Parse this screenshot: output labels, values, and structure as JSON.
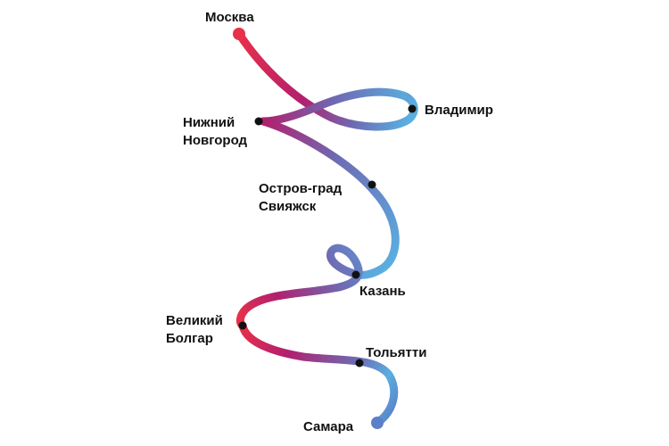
{
  "route": {
    "gradient": [
      "#e8304a",
      "#b1206e",
      "#6e6ab3",
      "#5aaee0",
      "#5b7fc8"
    ],
    "stations": [
      {
        "id": "moscow",
        "lines": [
          "Москва"
        ]
      },
      {
        "id": "vladimir",
        "lines": [
          "Владимир"
        ]
      },
      {
        "id": "nizhny-novgorod",
        "lines": [
          "Нижний",
          "Новгород"
        ]
      },
      {
        "id": "ostrov-grad-sviyazhsk",
        "lines": [
          "Остров-град",
          "Свияжск"
        ]
      },
      {
        "id": "kazan",
        "lines": [
          "Казань"
        ]
      },
      {
        "id": "veliky-bolgar",
        "lines": [
          "Великий",
          "Болгар"
        ]
      },
      {
        "id": "tolyatti",
        "lines": [
          "Тольятти"
        ]
      },
      {
        "id": "samara",
        "lines": [
          "Самара"
        ]
      }
    ]
  }
}
